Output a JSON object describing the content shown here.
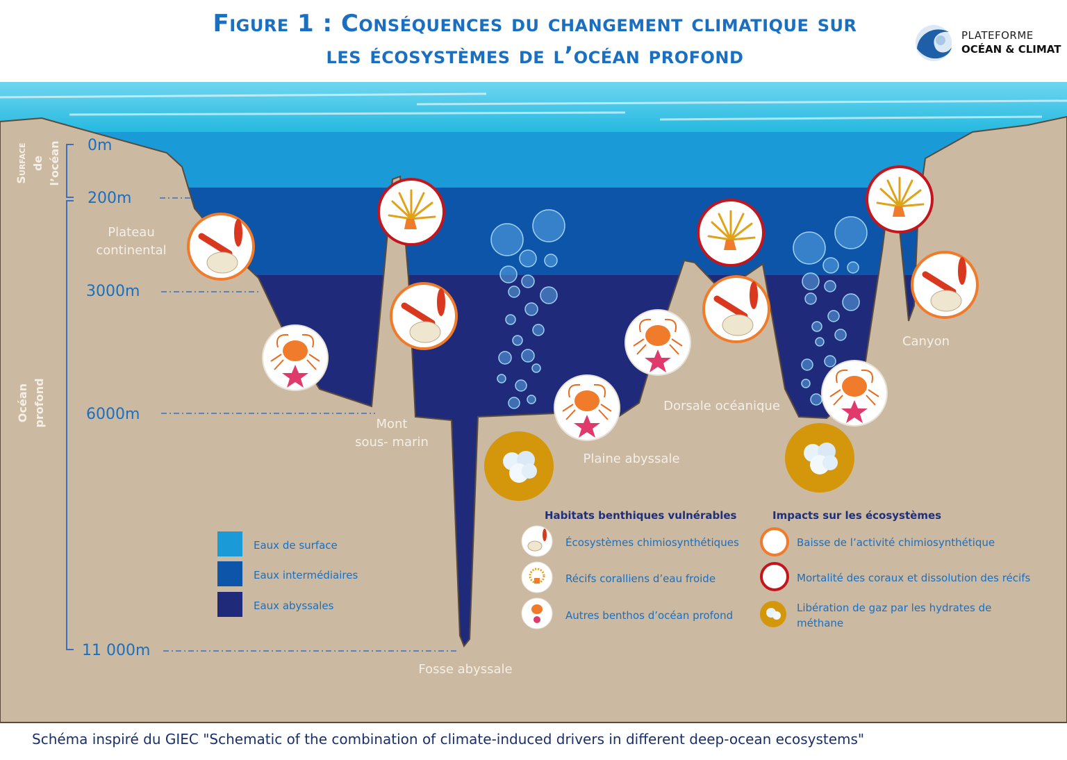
{
  "header": {
    "title_line1": "Figure 1 : Conséquences du changement climatique sur",
    "title_line2": "les écosystèmes de l’océan profond",
    "logo_line1": "PLATEFORME",
    "logo_line2": "OCÉAN & CLIMAT"
  },
  "zones": {
    "surface": [
      "Surface",
      "de",
      "l’océan"
    ],
    "deep": [
      "Océan",
      "profond"
    ]
  },
  "depths": [
    "0m",
    "200m",
    "3000m",
    "6000m",
    "11 000m"
  ],
  "places": {
    "plateau_1": "Plateau",
    "plateau_2": "continental",
    "mont_1": "Mont",
    "mont_2": "sous- marin",
    "plaine": "Plaine  abyssale",
    "dorsale": "Dorsale océanique",
    "canyon": "Canyon",
    "fosse": "Fosse abyssale"
  },
  "water_legend": [
    {
      "label": "Eaux de surface",
      "color": "#1a9ad6"
    },
    {
      "label": "Eaux  intermédiaires",
      "color": "#0d55a8"
    },
    {
      "label": "Eaux abyssales",
      "color": "#1f2a7a"
    }
  ],
  "habitats": {
    "title": "Habitats benthiques vulnérables",
    "items": [
      "Écosystèmes chimiosynthétiques",
      "Récifs coralliens d’eau froide",
      "Autres benthos d’océan profond"
    ]
  },
  "impacts": {
    "title": "Impacts sur les écosystèmes",
    "items": [
      "Baisse de l’activité chimiosynthétique",
      "Mortalité des coraux et dissolution des récifs",
      "Libération de gaz par les hydrates de",
      "méthane"
    ]
  },
  "colors": {
    "land": "#cbb9a1",
    "chemo": "#f07b2b",
    "coral": "#c4151c",
    "methane": "#d4960a",
    "accent": "#1b6fc0"
  },
  "footer": "Schéma inspiré du GIEC \"Schematic of the combination of climate-induced drivers in different deep-ocean ecosystems\""
}
